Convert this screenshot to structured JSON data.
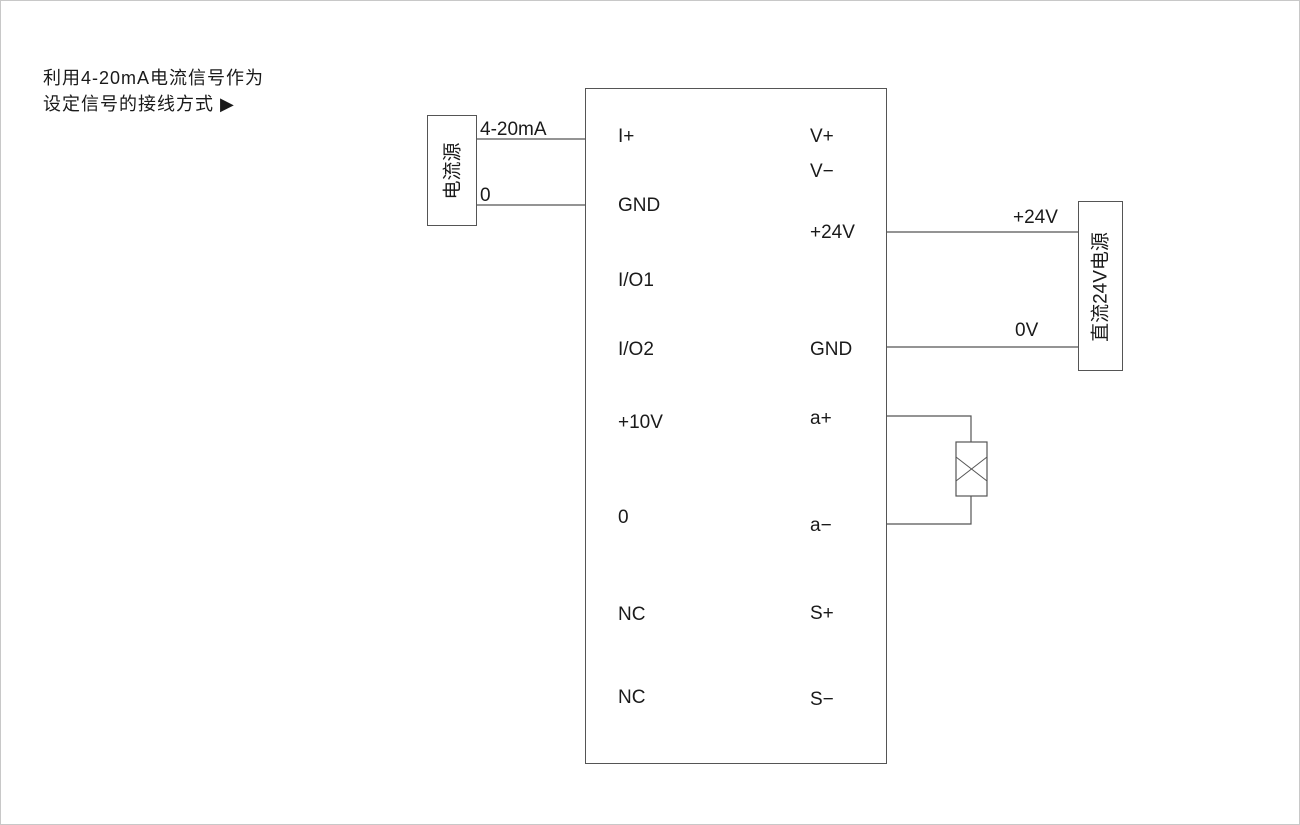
{
  "title": {
    "line1": "利用4-20mA电流信号作为",
    "line2": "设定信号的接线方式 ▶"
  },
  "current_source": {
    "label": "电流源",
    "wire_top_label": "4-20mA",
    "wire_bottom_label": "0"
  },
  "dc_supply": {
    "label": "直流24V电源",
    "wire_top_label": "+24V",
    "wire_bottom_label": "0V"
  },
  "terminals": {
    "left": [
      "I+",
      "GND",
      "I/O1",
      "I/O2",
      "+10V",
      "0",
      "NC",
      "NC"
    ],
    "right": [
      "V+",
      "V−",
      "+24V",
      "GND",
      "a+",
      "a−",
      "S+",
      "S−"
    ]
  }
}
